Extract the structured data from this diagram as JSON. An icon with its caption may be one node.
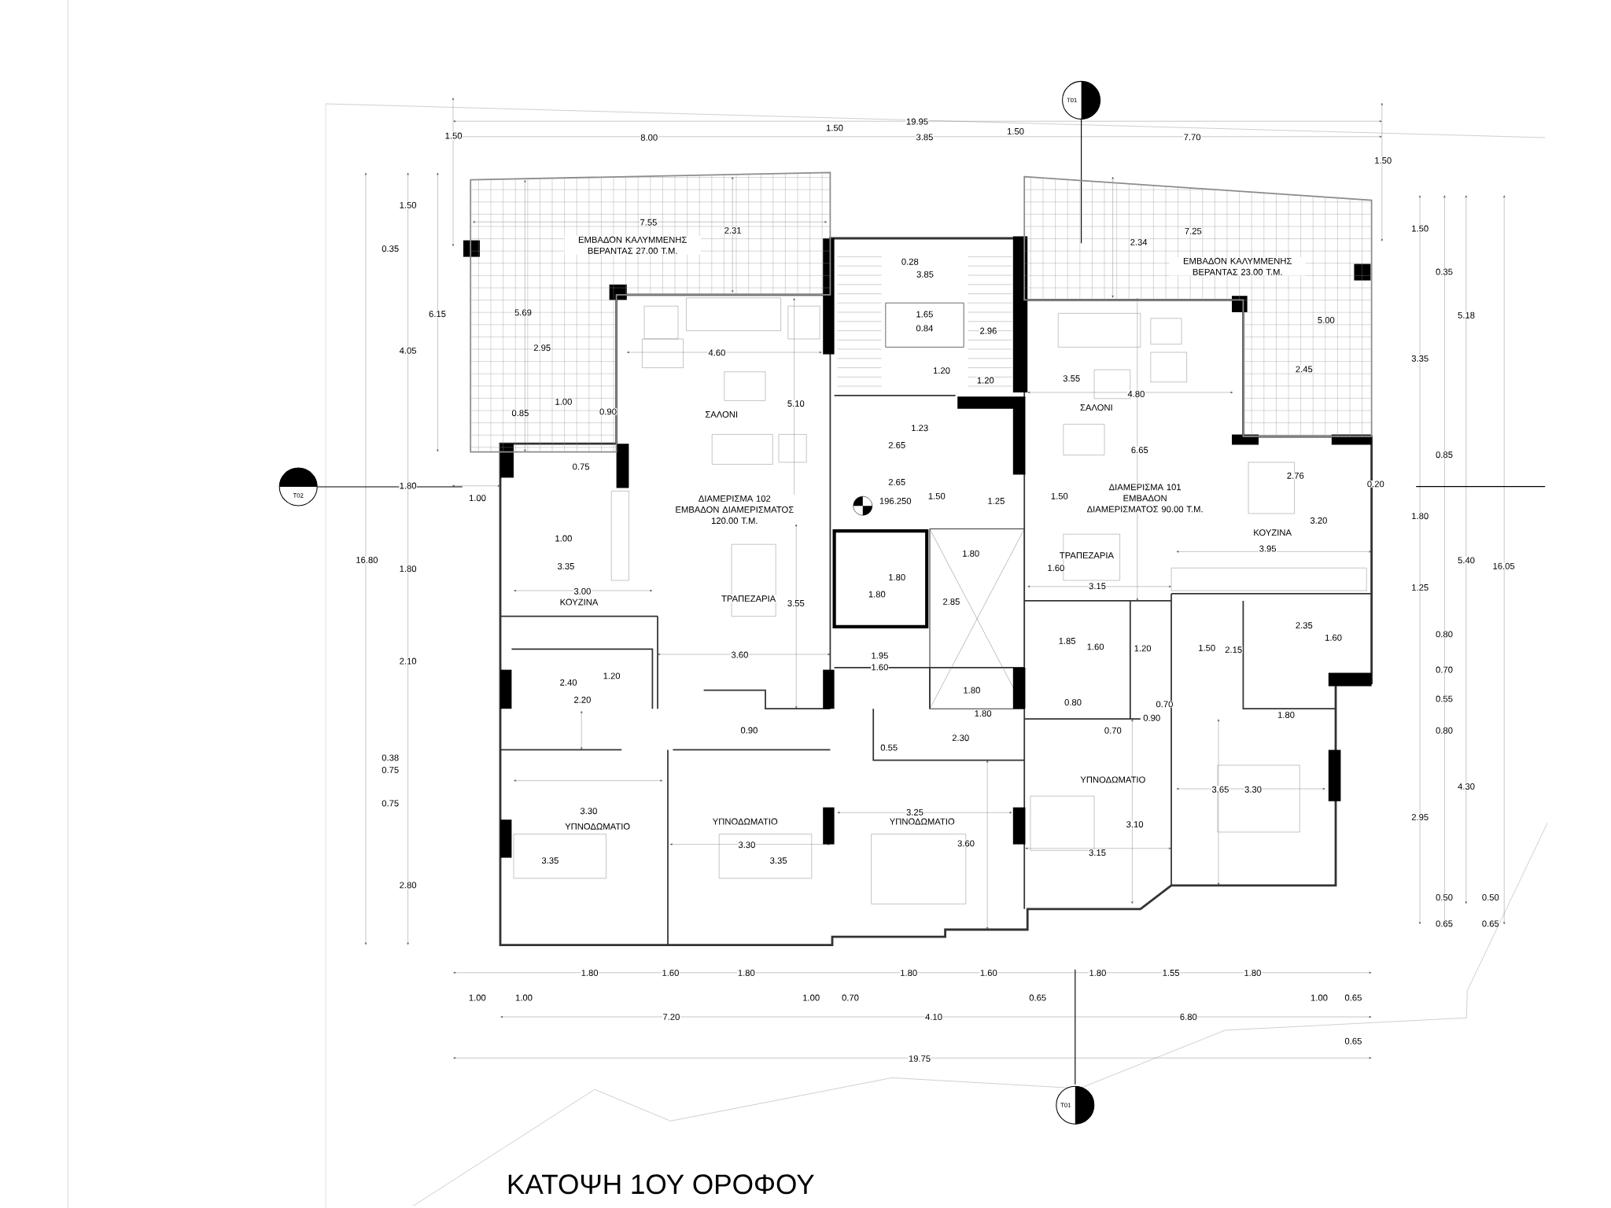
{
  "diagram": {
    "title": "ΚΑΤΟΨΗ 1ΟΥ ΟΡΟΦΟΥ",
    "nodes": [
      {
        "text": [
          "T01"
        ]
      },
      {
        "text": [
          "ΕΜΒΑΔΟΝ ΚΑΛΥΜΜΕΝΗΣ ΒΕΡΑΝΤΑΣ 27.00 Τ.Μ."
        ]
      },
      {
        "text": [
          "ΕΜΒΑΔΟΝ ΚΑΛΥΜΜΕΝΗΣ ΒΕΡΑΝΤΑΣ 23.00 Τ.Μ."
        ]
      },
      {
        "text": [
          "ΣΑΛΟΝΙ"
        ]
      },
      {
        "text": [
          "ΣΑΛΟΝΙ"
        ]
      },
      {
        "text": [
          "T02"
        ]
      },
      {
        "text": [
          "ΔΙΑΜΕΡΙΣΜΑ 102",
          "ΕΜΒΑΔΟΝ ΔΙΑΜΕΡΙΣΜΑΤΟΣ 120.00 Τ.Μ."
        ]
      },
      {
        "text": [
          "ΔΙΑΜΕΡΙΣΜΑ 101",
          "ΕΜΒΑΔΟΝ ΔΙΑΜΕΡΙΣΜΑΤΟΣ 90.00 Τ.Μ."
        ]
      },
      {
        "text": [
          "ΚΟΥΖΙΝΑ"
        ]
      },
      {
        "text": [
          "ΤΡΑΠΕΖΑΡΙΑ"
        ]
      },
      {
        "text": [
          "ΤΡΑΠΕΖΑΡΙΑ"
        ]
      },
      {
        "text": [
          "ΚΟΥΖΙΝΑ"
        ]
      },
      {
        "text": [
          "ΥΠΝΟΔΩΜΑΤΙΟ"
        ]
      },
      {
        "text": [
          "ΥΠΝΟΔΩΜΑΤΙΟ"
        ]
      },
      {
        "text": [
          "ΥΠΝΟΔΩΜΑΤΙΟ"
        ]
      },
      {
        "text": [
          "ΥΠΝΟΔΩΜΑΤΙΟ"
        ]
      },
      {
        "text": [
          "T01"
        ]
      }
    ],
    "labels": [
      "19.95",
      "1.50",
      "8.00",
      "1.50",
      "3.85",
      "1.50",
      "7.70",
      "1.50",
      "1.50",
      "0.35",
      "6.15",
      "4.05",
      "1.80",
      "1.00",
      "16.80",
      "1.80",
      "2.10",
      "0.38",
      "0.75",
      "0.75",
      "2.80",
      "1.50",
      "0.35",
      "5.18",
      "3.35",
      "0.85",
      "1.80",
      "5.40",
      "16.05",
      "1.25",
      "0.80",
      "0.70",
      "0.55",
      "0.80",
      "4.30",
      "2.95",
      "0.50",
      "0.50",
      "0.65",
      "0.65",
      "7.55",
      "2.31",
      "5.69",
      "2.95",
      "4.60",
      "0.85",
      "1.00",
      "0.90",
      "5.10",
      "0.75",
      "1.00",
      "3.35",
      "3.00",
      "3.55",
      "3.60",
      "1.20",
      "2.40",
      "2.20",
      "0.90",
      "3.30",
      "3.30",
      "3.35",
      "3.35",
      "0.28",
      "3.85",
      "1.65",
      "0.84",
      "2.96",
      "1.20",
      "1.20",
      "1.23",
      "2.65",
      "2.65",
      "196.250",
      "1.50",
      "1.25",
      "1.80",
      "1.80",
      "1.80",
      "2.85",
      "1.95",
      "1.60",
      "1.80",
      "1.80",
      "2.30",
      "0.55",
      "3.25",
      "3.60",
      "2.34",
      "7.25",
      "5.00",
      "3.55",
      "4.80",
      "2.45",
      "6.65",
      "2.76",
      "0.20",
      "1.50",
      "3.20",
      "3.95",
      "1.60",
      "3.15",
      "1.85",
      "1.60",
      "1.20",
      "1.50",
      "2.15",
      "2.35",
      "1.60",
      "0.80",
      "0.70",
      "0.90",
      "0.70",
      "1.80",
      "3.65",
      "3.30",
      "3.10",
      "3.15",
      "1.80",
      "1.60",
      "1.80",
      "1.80",
      "1.60",
      "1.80",
      "1.55",
      "1.80",
      "1.00",
      "1.00",
      "1.00",
      "0.70",
      "0.65",
      "1.00",
      "0.65",
      "7.20",
      "4.10",
      "6.80",
      "0.65",
      "19.75"
    ]
  }
}
